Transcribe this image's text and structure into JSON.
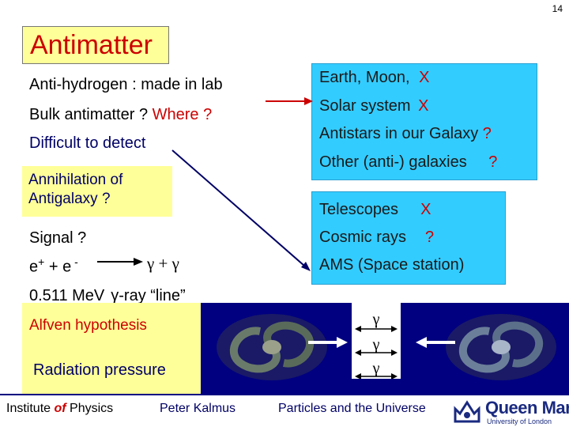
{
  "page_number": "14",
  "title": "Antimatter",
  "left": {
    "line1": "Anti-hydrogen : made in lab",
    "line2_a": "Bulk antimatter ? ",
    "line2_b": "Where ?",
    "line3": "Difficult to detect"
  },
  "annihilation": {
    "line1": "Annihilation of",
    "line2": "Antigalaxy ?"
  },
  "signal": {
    "line1": "Signal ?",
    "e_plus": "e",
    "plus_sup": "+",
    "plus_e": " + e",
    "minus_sup": " -",
    "gamma_gamma": "γ + γ",
    "energy": "0.511 MeV",
    "gamma_ray": "γ-ray “line”"
  },
  "box1": {
    "line1_a": "Earth, Moon,   ",
    "line1_b": "X",
    "line2_a": "Solar system  ",
    "line2_b": "X",
    "line3_a": "Antistars in our Galaxy ",
    "line3_b": "?",
    "line4_a": "Other (anti-) galaxies ",
    "line4_b": "?"
  },
  "box2": {
    "line1_a": "Telescopes",
    "line1_b": "X",
    "line2_a": "Cosmic rays",
    "line2_b": "?",
    "line3": "AMS (Space station)"
  },
  "alfven": "Alfven hypothesis",
  "radiation": "Radiation pressure",
  "gammas": [
    "γ",
    "γ",
    "γ"
  ],
  "footer": {
    "institute_a": "Institute ",
    "institute_of": "of",
    "institute_b": " Physics",
    "author": "Peter Kalmus",
    "course": "Particles and the Universe",
    "logo_main": "Queen Mary",
    "logo_sub": "University of London"
  },
  "colors": {
    "title_bg": "#ffff99",
    "red": "#cc0000",
    "navy": "#000066",
    "box_blue": "#33ccff",
    "strip": "#000080"
  }
}
